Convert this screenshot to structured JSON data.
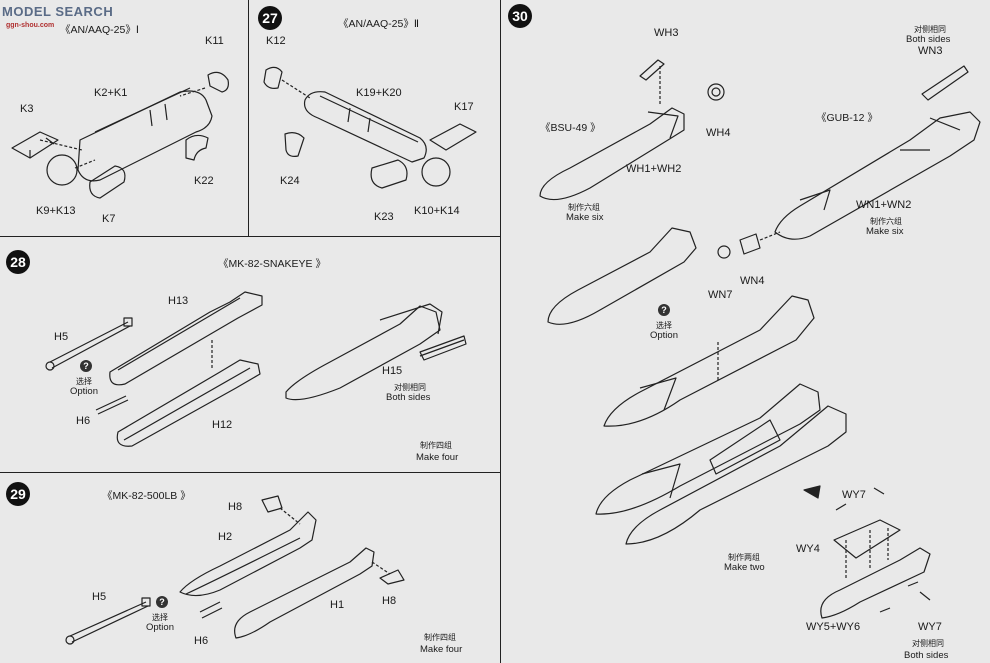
{
  "watermark": {
    "text": "MODEL SEARCH",
    "sub": "ggn-shou.com"
  },
  "steps": {
    "s27": "27",
    "s28": "28",
    "s29": "29",
    "s30": "30"
  },
  "titles": {
    "aaq25_1": "《AN/AAQ-25》Ⅰ",
    "aaq25_2": "《AN/AAQ-25》Ⅱ",
    "mk82_snakeye": "《MK-82-SNAKEYE 》",
    "mk82_500lb": "《MK-82-500LB 》",
    "bsu49": "《BSU-49 》",
    "gub12": "《GUB-12 》"
  },
  "labels": {
    "k11": "K11",
    "k2k1": "K2+K1",
    "k3": "K3",
    "k22": "K22",
    "k9k13": "K9+K13",
    "k7": "K7",
    "k12": "K12",
    "k19k20": "K19+K20",
    "k17": "K17",
    "k24": "K24",
    "k23": "K23",
    "k10k14": "K10+K14",
    "h13": "H13",
    "h5a": "H5",
    "h6a": "H6",
    "h12": "H12",
    "h15": "H15",
    "h8a": "H8",
    "h2": "H2",
    "h5b": "H5",
    "h6b": "H6",
    "h1": "H1",
    "h8b": "H8",
    "wh3": "WH3",
    "wh4": "WH4",
    "wh1wh2": "WH1+WH2",
    "wn3": "WN3",
    "wn1wn2": "WN1+WN2",
    "wn7": "WN7",
    "wn4": "WN4",
    "wy7a": "WY7",
    "wy4": "WY4",
    "wy5wy6": "WY5+WY6",
    "wy7b": "WY7"
  },
  "notes": {
    "option_zh": "选择",
    "option_en": "Option",
    "both_zh": "对侧相同",
    "both_en": "Both sides",
    "six_zh": "制作六组",
    "six_en": "Make six",
    "four_zh": "制作四组",
    "four_en": "Make four",
    "two_zh": "制作两组",
    "two_en": "Make two"
  }
}
